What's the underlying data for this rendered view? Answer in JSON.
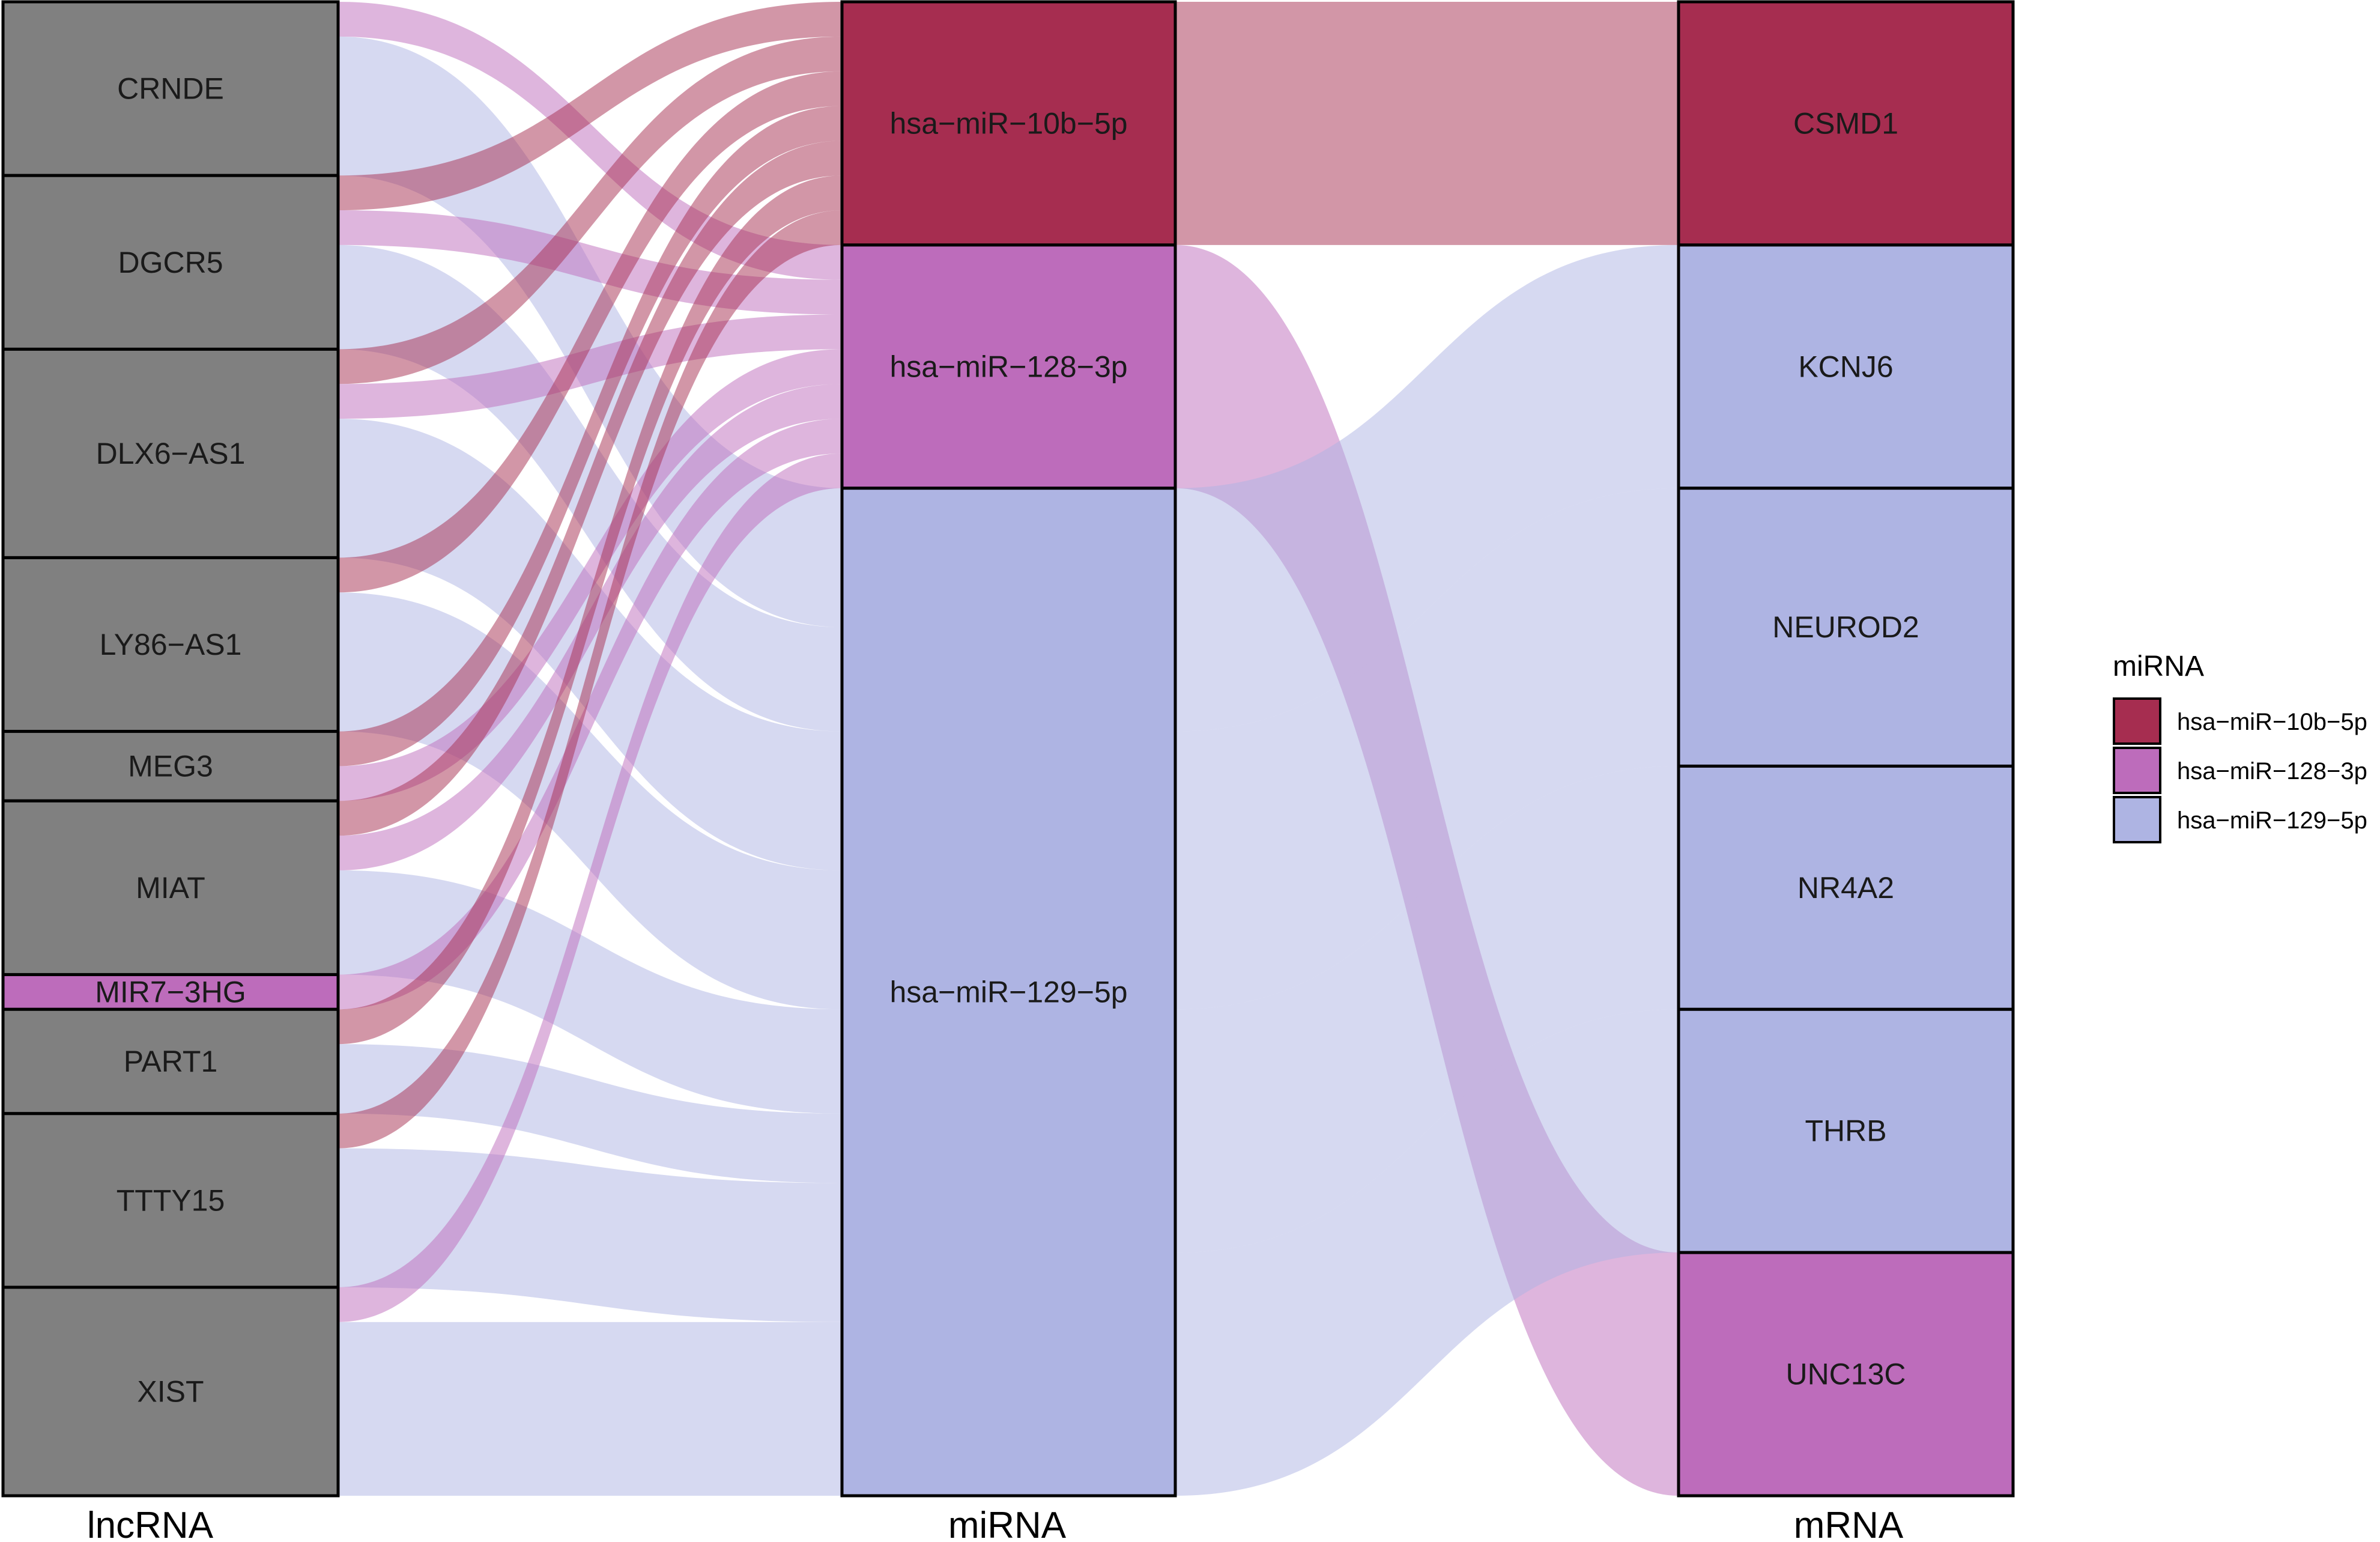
{
  "legend": {
    "title": "miRNA",
    "entries": [
      {
        "label": "hsa-miR-10b-5p",
        "color": "#a62d50"
      },
      {
        "label": "hsa-miR-128-3p",
        "color": "#bd6cbb"
      },
      {
        "label": "hsa-miR-129-5p",
        "color": "#aeb4e3"
      }
    ]
  },
  "axes": [
    "lncRNA",
    "miRNA",
    "mRNA"
  ],
  "colors": {
    "lncRNA_node": "#808080",
    "hsa-miR-10b-5p": "#a62d50",
    "hsa-miR-128-3p": "#bd6cbb",
    "hsa-miR-129-5p": "#aeb4e3",
    "border": "#000000"
  },
  "stages": {
    "lncRNA": [
      {
        "label": "CRNDE",
        "weight": 5
      },
      {
        "label": "DGCR5",
        "weight": 5
      },
      {
        "label": "DLX6-AS1",
        "weight": 6
      },
      {
        "label": "LY86-AS1",
        "weight": 5
      },
      {
        "label": "MEG3",
        "weight": 2
      },
      {
        "label": "MIAT",
        "weight": 5
      },
      {
        "label": "MIR7-3HG",
        "weight": 1
      },
      {
        "label": "PART1",
        "weight": 3
      },
      {
        "label": "TTTY15",
        "weight": 5
      },
      {
        "label": "XIST",
        "weight": 6
      }
    ],
    "miRNA": [
      {
        "label": "hsa-miR-10b-5p",
        "weight": 7
      },
      {
        "label": "hsa-miR-128-3p",
        "weight": 7
      },
      {
        "label": "hsa-miR-129-5p",
        "weight": 29
      }
    ],
    "mRNA": [
      {
        "label": "CSMD1",
        "weight": 7
      },
      {
        "label": "KCNJ6",
        "weight": 7
      },
      {
        "label": "NEUROD2",
        "weight": 8
      },
      {
        "label": "NR4A2",
        "weight": 7
      },
      {
        "label": "THRB",
        "weight": 7
      },
      {
        "label": "UNC13C",
        "weight": 7
      }
    ]
  },
  "flows_left": [
    {
      "from": "CRNDE",
      "to": "hsa-miR-128-3p",
      "value": 1
    },
    {
      "from": "CRNDE",
      "to": "hsa-miR-129-5p",
      "value": 4
    },
    {
      "from": "DGCR5",
      "to": "hsa-miR-10b-5p",
      "value": 1
    },
    {
      "from": "DGCR5",
      "to": "hsa-miR-128-3p",
      "value": 1
    },
    {
      "from": "DGCR5",
      "to": "hsa-miR-129-5p",
      "value": 3
    },
    {
      "from": "DLX6-AS1",
      "to": "hsa-miR-10b-5p",
      "value": 1
    },
    {
      "from": "DLX6-AS1",
      "to": "hsa-miR-128-3p",
      "value": 1
    },
    {
      "from": "DLX6-AS1",
      "to": "hsa-miR-129-5p",
      "value": 4
    },
    {
      "from": "LY86-AS1",
      "to": "hsa-miR-10b-5p",
      "value": 1
    },
    {
      "from": "LY86-AS1",
      "to": "hsa-miR-129-5p",
      "value": 4
    },
    {
      "from": "MEG3",
      "to": "hsa-miR-10b-5p",
      "value": 1
    },
    {
      "from": "MEG3",
      "to": "hsa-miR-128-3p",
      "value": 1
    },
    {
      "from": "MIAT",
      "to": "hsa-miR-10b-5p",
      "value": 1
    },
    {
      "from": "MIAT",
      "to": "hsa-miR-128-3p",
      "value": 1
    },
    {
      "from": "MIAT",
      "to": "hsa-miR-129-5p",
      "value": 3
    },
    {
      "from": "MIR7-3HG",
      "to": "hsa-miR-128-3p",
      "value": 1
    },
    {
      "from": "PART1",
      "to": "hsa-miR-10b-5p",
      "value": 1
    },
    {
      "from": "PART1",
      "to": "hsa-miR-129-5p",
      "value": 2
    },
    {
      "from": "TTTY15",
      "to": "hsa-miR-10b-5p",
      "value": 1
    },
    {
      "from": "TTTY15",
      "to": "hsa-miR-129-5p",
      "value": 4
    },
    {
      "from": "XIST",
      "to": "hsa-miR-128-3p",
      "value": 1
    },
    {
      "from": "XIST",
      "to": "hsa-miR-129-5p",
      "value": 5
    }
  ],
  "flows_right": [
    {
      "from": "hsa-miR-10b-5p",
      "to": "CSMD1",
      "value": 7
    },
    {
      "from": "hsa-miR-128-3p",
      "to": "UNC13C",
      "value": 7
    },
    {
      "from": "hsa-miR-129-5p",
      "to": "KCNJ6",
      "value": 7
    },
    {
      "from": "hsa-miR-129-5p",
      "to": "NEUROD2",
      "value": 8
    },
    {
      "from": "hsa-miR-129-5p",
      "to": "NR4A2",
      "value": 7
    },
    {
      "from": "hsa-miR-129-5p",
      "to": "THRB",
      "value": 7
    }
  ]
}
